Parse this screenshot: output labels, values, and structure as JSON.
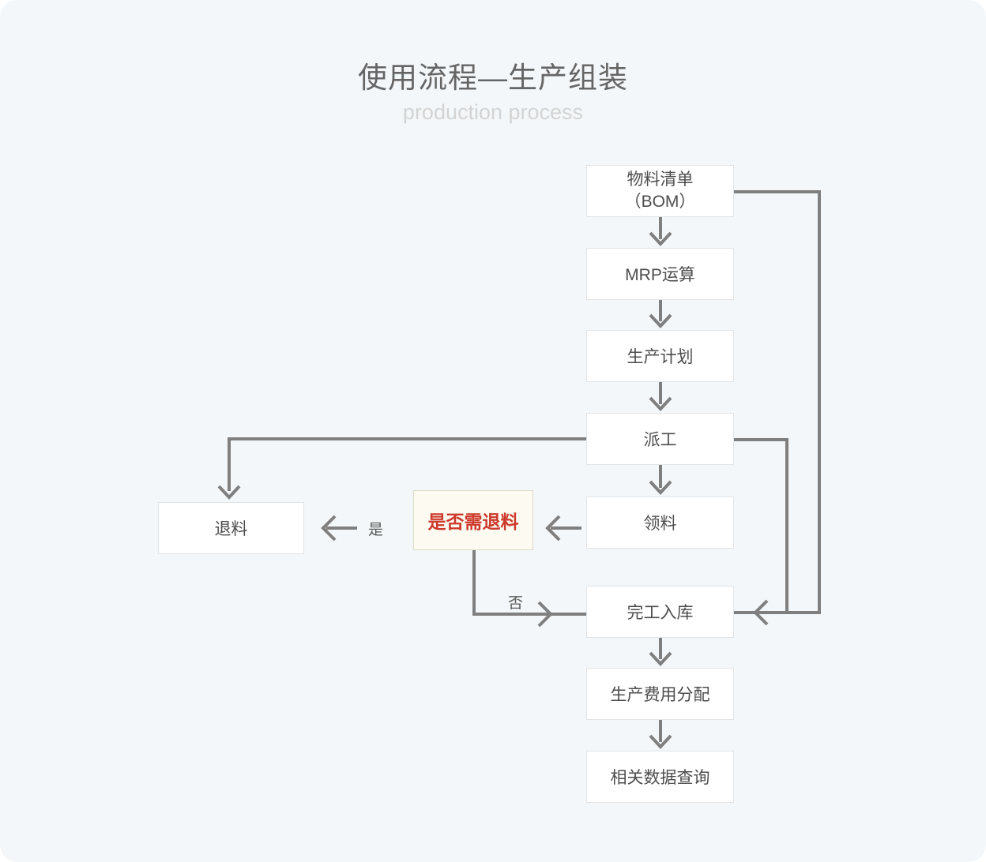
{
  "page": {
    "title": "使用流程—生产组装",
    "subtitle": "production process"
  },
  "nodes": {
    "bom": {
      "line1": "物料清单",
      "line2": "（BOM）"
    },
    "mrp": {
      "label": "MRP运算"
    },
    "plan": {
      "label": "生产计划"
    },
    "dispatch": {
      "label": "派工"
    },
    "picking": {
      "label": "领料"
    },
    "decision": {
      "label": "是否需退料"
    },
    "return": {
      "label": "退料"
    },
    "warehouse": {
      "label": "完工入库"
    },
    "cost": {
      "label": "生产费用分配"
    },
    "query": {
      "label": "相关数据查询"
    }
  },
  "edge_labels": {
    "yes": "是",
    "no": "否"
  },
  "colors": {
    "background": "#f3f7fa",
    "box_background": "#ffffff",
    "box_border": "#e1e4e6",
    "box_text": "#4d4d4d",
    "line": "#7f7f7f",
    "decision_background": "#fcfaf1",
    "decision_border": "#ddd9c9",
    "decision_text": "#cd392b",
    "title_text": "#656565",
    "subtitle_text": "#d3d3d3"
  }
}
